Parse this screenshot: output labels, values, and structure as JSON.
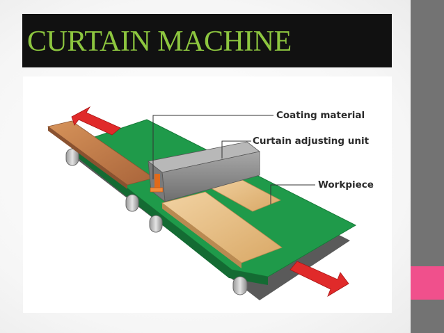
{
  "slide": {
    "title": "CURTAIN MACHINE",
    "colors": {
      "title_bar": "#111111",
      "title_text": "#8dc63f",
      "side_bar": "#737373",
      "accent_tab": "#f0508c",
      "conveyor_belt": "#1f9a4a",
      "direction_arrow": "#e02a2a",
      "workpiece_wood": "#e7c08a",
      "curtain_unit": "#8a8a8a",
      "coating": "#e06a1a"
    }
  },
  "diagram": {
    "labels": {
      "coating_material": "Coating material",
      "curtain_adjusting_unit": "Curtain adjusting unit",
      "workpiece": "Workpiece"
    }
  }
}
